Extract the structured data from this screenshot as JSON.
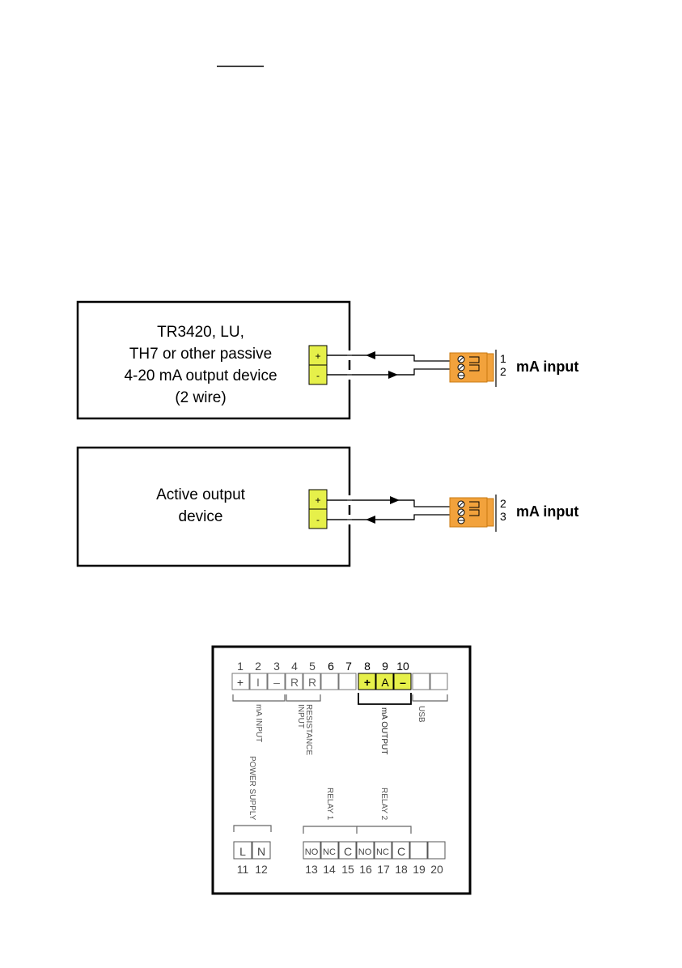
{
  "colors": {
    "terminal_yellow": "#E6F04A",
    "connector_orange": "#F2A23C",
    "connector_dark": "#C97A12",
    "line": "#000000",
    "label_gray": "#555555"
  },
  "diagram1": {
    "device_lines": [
      "TR3420, LU,",
      "TH7 or other passive",
      "4-20 mA output device",
      "(2 wire)"
    ],
    "terminal_top": "+",
    "terminal_bottom": "-",
    "pin_top": "1",
    "pin_bottom": "2",
    "input_label": "mA input"
  },
  "diagram2": {
    "device_lines": [
      "Active output",
      "device"
    ],
    "terminal_top": "+",
    "terminal_bottom": "-",
    "pin_top": "2",
    "pin_bottom": "3",
    "input_label": "mA input"
  },
  "terminal_panel": {
    "top_numbers": [
      "1",
      "2",
      "3",
      "4",
      "5",
      "6",
      "7",
      "8",
      "9",
      "10"
    ],
    "top_cells": [
      "+",
      "I",
      "–",
      "R",
      "R",
      "",
      "",
      "+",
      "A",
      "–",
      "",
      ""
    ],
    "group_labels": {
      "ma_input": "mA INPUT",
      "resistance_input": "RESISTANCE INPUT",
      "ma_output": "mA OUTPUT",
      "usb": "USB",
      "power_supply": "POWER SUPPLY",
      "relay1": "RELAY 1",
      "relay2": "RELAY 2"
    },
    "power_cells": [
      "L",
      "N"
    ],
    "power_numbers": [
      "11",
      "12"
    ],
    "relay_cells": [
      "NO",
      "NC",
      "C",
      "NO",
      "NC",
      "C",
      "",
      ""
    ],
    "relay_numbers": [
      "13",
      "14",
      "15",
      "16",
      "17",
      "18",
      "19",
      "20"
    ]
  }
}
